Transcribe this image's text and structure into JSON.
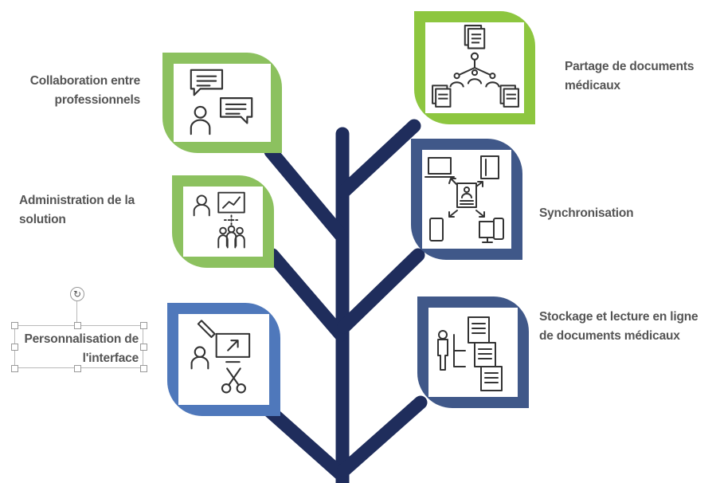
{
  "colors": {
    "trunk": "#1f2d5c",
    "green_leaf": "#8cc15f",
    "green_leaf_bright": "#8dc63f",
    "blue_leaf": "#405889",
    "blue_leaf_light": "#4f78bb",
    "label_text": "#555555"
  },
  "labels": {
    "collaboration": "Collaboration entre professionnels",
    "partage": "Partage de documents médicaux",
    "administration": "Administration de la solution",
    "synchronisation": "Synchronisation",
    "personnalisation": "Personnalisation de l'interface",
    "stockage": "Stockage et lecture en ligne de documents médicaux"
  },
  "icons": {
    "collaboration": "chat-bubbles-person-icon",
    "partage": "document-sharing-network-icon",
    "administration": "presenter-chart-team-icon",
    "synchronisation": "multi-device-sync-icon",
    "personnalisation": "person-screen-scissors-icon",
    "stockage": "person-document-stack-icon"
  },
  "rotate_glyph": "↻"
}
